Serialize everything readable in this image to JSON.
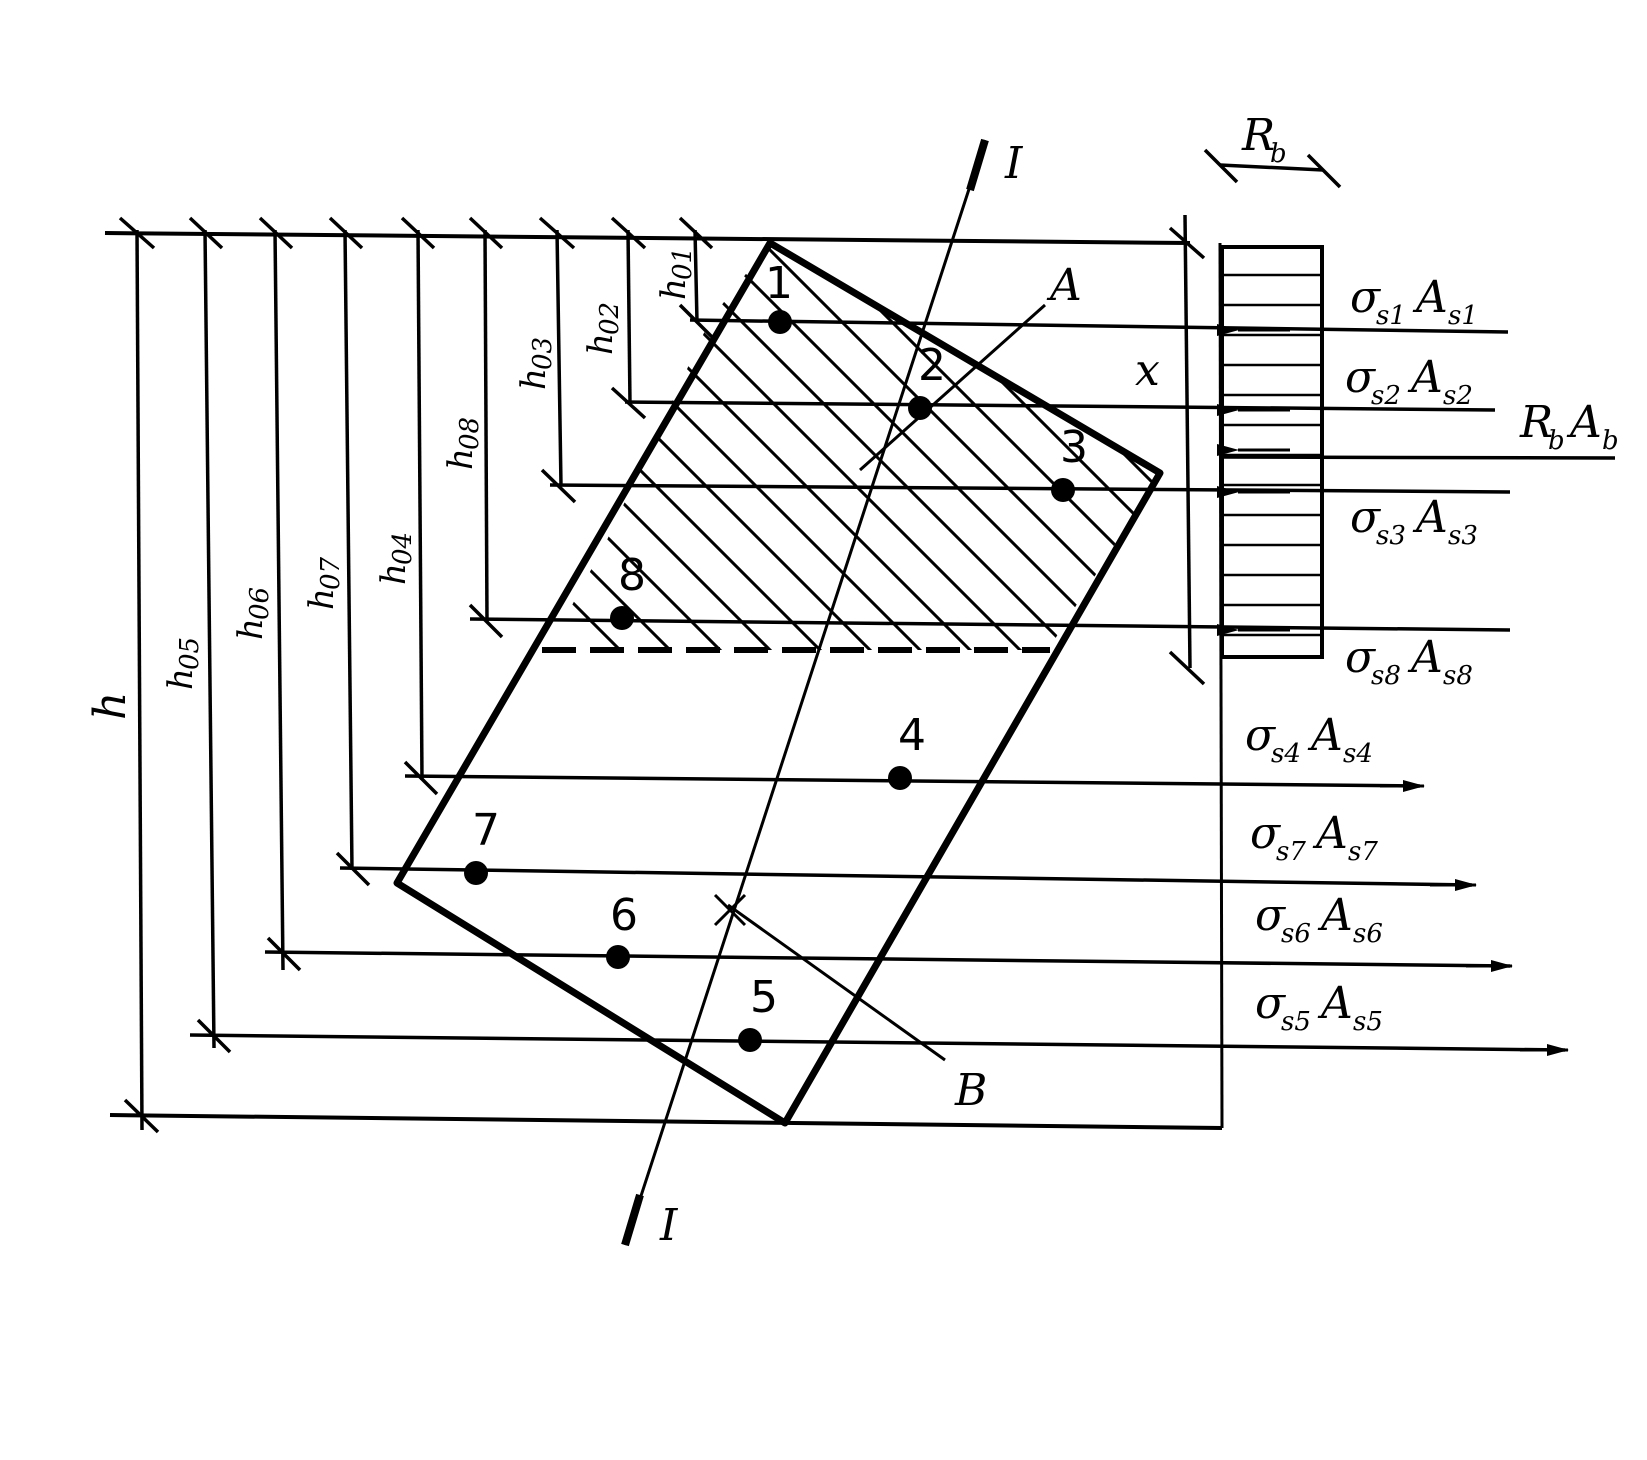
{
  "section_axis_label": "I",
  "point_A_label": "A",
  "point_B_label": "B",
  "stress_block_label": "R",
  "stress_block_sub": "b",
  "compression_depth_label": "x",
  "total_height_label": "h",
  "bar_numbers": [
    "1",
    "2",
    "3",
    "4",
    "5",
    "6",
    "7",
    "8"
  ],
  "dimensions": [
    {
      "main": "h",
      "sub": "01"
    },
    {
      "main": "h",
      "sub": "02"
    },
    {
      "main": "h",
      "sub": "03"
    },
    {
      "main": "h",
      "sub": "08"
    },
    {
      "main": "h",
      "sub": "04"
    },
    {
      "main": "h",
      "sub": "07"
    },
    {
      "main": "h",
      "sub": "06"
    },
    {
      "main": "h",
      "sub": "05"
    }
  ],
  "forces": [
    {
      "s": "σ",
      "ss": "s1",
      "a": "A",
      "as": "s1"
    },
    {
      "s": "σ",
      "ss": "s2",
      "a": "A",
      "as": "s2"
    },
    {
      "s": "R",
      "ss": "b",
      "a": "A",
      "as": "b"
    },
    {
      "s": "σ",
      "ss": "s3",
      "a": "A",
      "as": "s3"
    },
    {
      "s": "σ",
      "ss": "s8",
      "a": "A",
      "as": "s8"
    },
    {
      "s": "σ",
      "ss": "s4",
      "a": "A",
      "as": "s4"
    },
    {
      "s": "σ",
      "ss": "s7",
      "a": "A",
      "as": "s7"
    },
    {
      "s": "σ",
      "ss": "s6",
      "a": "A",
      "as": "s6"
    },
    {
      "s": "σ",
      "ss": "s5",
      "a": "A",
      "as": "s5"
    }
  ]
}
